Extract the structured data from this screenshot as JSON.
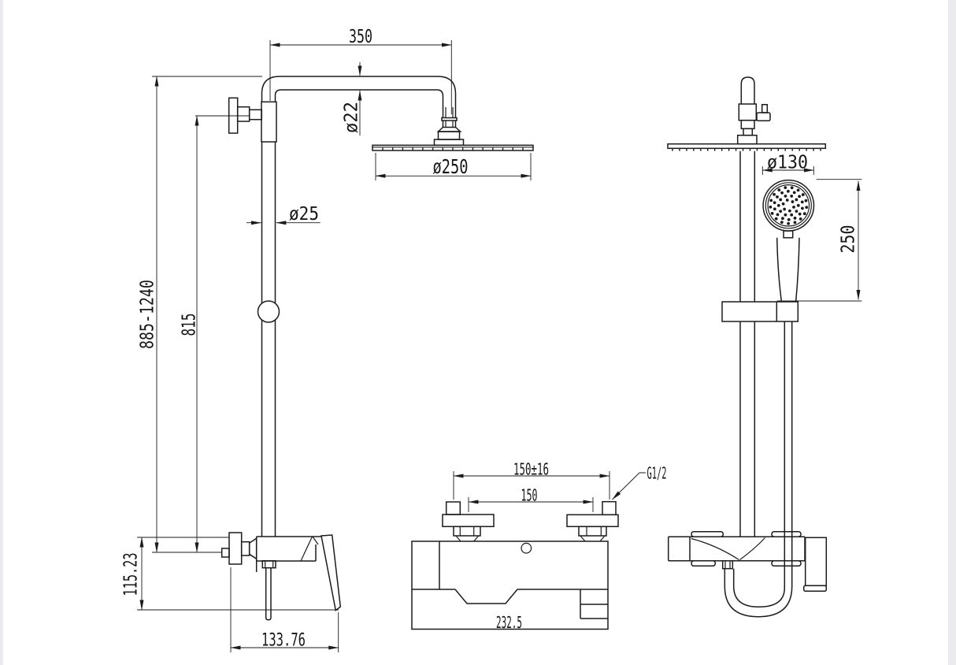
{
  "page": {
    "background": "#ffffff",
    "edge_tint": "#ebebed",
    "line_color": "#1b1b1b"
  },
  "side_view": {
    "dims": {
      "arm_length": "350",
      "arm_tube_diameter": "ø22",
      "head_diameter": "ø250",
      "riser_diameter": "ø25",
      "overall_height_range": "885-1240",
      "riser_height": "815",
      "mixer_height": "115.23",
      "mixer_depth": "133.76"
    }
  },
  "mixer_front_view": {
    "dims": {
      "inlet_spacing_tolerance": "150±16",
      "inlet_spacing": "150",
      "inlet_thread": "G1/2",
      "body_width": "232.5"
    }
  },
  "front_view": {
    "dims": {
      "handshower_diameter": "ø130",
      "handshower_length": "250"
    }
  }
}
